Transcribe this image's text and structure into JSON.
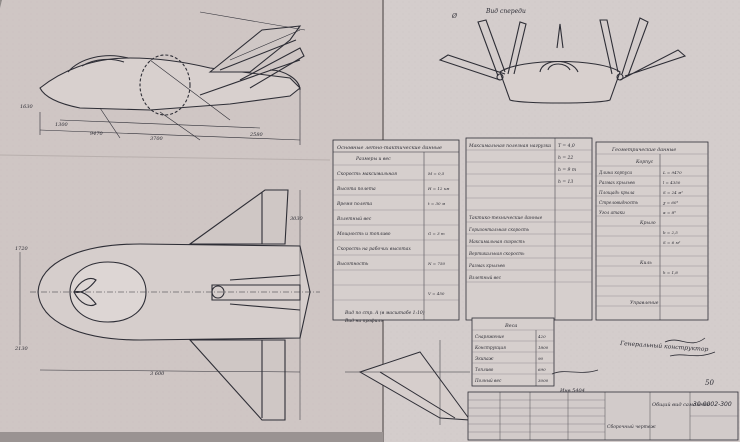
{
  "sheet": {
    "paper_left": "#cfc6c4",
    "paper_right": "#d4cdcc",
    "ink": "#2e2e36",
    "background": "#8f8a88"
  },
  "top_note": "Вид спереди",
  "tables": {
    "main_data": {
      "title": "Основные летно-тактические данные",
      "rows": [
        "Размеры и вес",
        "Скорость максимальная",
        "Высота полета",
        "Время полета",
        "Взлетный вес",
        "Мощность и топливо",
        "Скорость на рабочих высотах",
        "Высотность"
      ]
    },
    "middle_data": {
      "title": "Максимальная полезная нагрузка",
      "values": [
        "Т = 4,0",
        "h = 22",
        "h = 9 т",
        "h = 13"
      ],
      "sub_title": "Тактико-технические данные",
      "sub_rows": [
        "Горизонтальная скорость",
        "Максимальная скорость",
        "Вертикальная скорость",
        "Размах крыльев",
        "Взлетный вес"
      ]
    },
    "geometry": {
      "title": "Геометрические данные",
      "section_fuselage": "Корпус",
      "rows": [
        "Длина корпуса",
        "Размах крыльев",
        "Площадь крыла",
        "Стреловидность",
        "Угол атаки"
      ],
      "section_wing": "Крыло",
      "section_tail": "Киль",
      "section_control": "Управление"
    },
    "weights": {
      "title": "Веса",
      "rows": [
        "Снаряжение",
        "Конструкция",
        "Экипаж",
        "Топливо",
        "Полный вес"
      ]
    }
  },
  "signature_block": {
    "line1": "Генеральный конструктор",
    "line2": "Сборочный чертеж",
    "sheet_no": "50",
    "drawing_no": "Инв 5404",
    "title_stamp": "Общий вид самолета",
    "revision": "30-0002-300"
  }
}
